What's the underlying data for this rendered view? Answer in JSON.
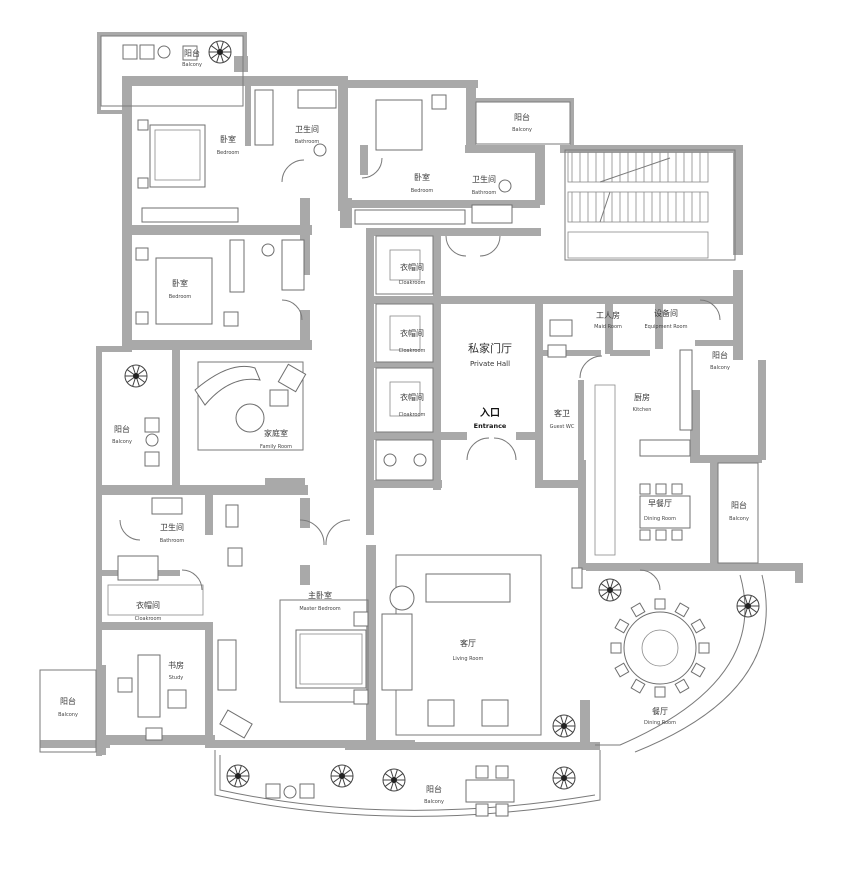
{
  "rooms": {
    "balcony_top_left": {
      "cn": "阳台",
      "en": "Balcony"
    },
    "bedroom_top_left": {
      "cn": "卧室",
      "en": "Bedroom"
    },
    "bathroom_top": {
      "cn": "卫生间",
      "en": "Bathroom"
    },
    "bedroom_top_mid": {
      "cn": "卧室",
      "en": "Bedroom"
    },
    "balcony_top_right": {
      "cn": "阳台",
      "en": "Balcony"
    },
    "bathroom_top_mid": {
      "cn": "卫生间",
      "en": "Bathroom"
    },
    "bedroom_mid_left": {
      "cn": "卧室",
      "en": "Bedroom"
    },
    "cloakroom_1": {
      "cn": "衣帽间",
      "en": "Cloakroom"
    },
    "cloakroom_2": {
      "cn": "衣帽间",
      "en": "Cloakroom"
    },
    "cloakroom_3": {
      "cn": "衣帽间",
      "en": "Cloakroom"
    },
    "private_hall": {
      "cn": "私家门厅",
      "en": "Private Hall"
    },
    "entrance": {
      "cn": "入口",
      "en": "Entrance"
    },
    "maid_room": {
      "cn": "工人房",
      "en": "Maid Room"
    },
    "equipment_room": {
      "cn": "设备间",
      "en": "Equipment Room"
    },
    "balcony_kitchen": {
      "cn": "阳台",
      "en": "Balcony"
    },
    "kitchen": {
      "cn": "厨房",
      "en": "Kitchen"
    },
    "guest_wc": {
      "cn": "客卫",
      "en": "Guest WC"
    },
    "balcony_left": {
      "cn": "阳台",
      "en": "Balcony"
    },
    "family_room": {
      "cn": "家庭室",
      "en": "Family Room"
    },
    "bathroom_master": {
      "cn": "卫生间",
      "en": "Bathroom"
    },
    "cloakroom_master": {
      "cn": "衣帽间",
      "en": "Cloakroom"
    },
    "master_bedroom": {
      "cn": "主卧室",
      "en": "Master Bedroom"
    },
    "study": {
      "cn": "书房",
      "en": "Study"
    },
    "balcony_far_left": {
      "cn": "阳台",
      "en": "Balcony"
    },
    "living_room": {
      "cn": "客厅",
      "en": "Living Room"
    },
    "dining_room_small": {
      "cn": "早餐厅",
      "en": "Dining Room"
    },
    "balcony_right": {
      "cn": "阳台",
      "en": "Balcony"
    },
    "dining_room": {
      "cn": "餐厅",
      "en": "Dining Room"
    },
    "balcony_bottom": {
      "cn": "阳台",
      "en": "Balcony"
    }
  }
}
